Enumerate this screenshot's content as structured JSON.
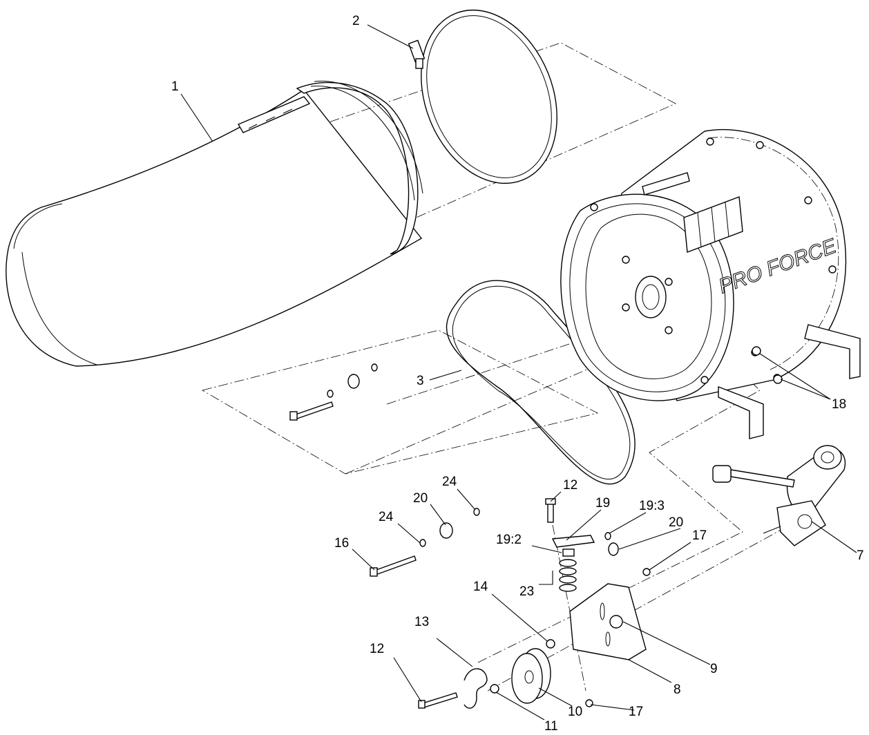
{
  "diagram": {
    "brand_text": "PRO FORCE",
    "callouts": [
      {
        "id": "c1",
        "label": "1"
      },
      {
        "id": "c2",
        "label": "2"
      },
      {
        "id": "c3",
        "label": "3"
      },
      {
        "id": "c7",
        "label": "7"
      },
      {
        "id": "c8",
        "label": "8"
      },
      {
        "id": "c9",
        "label": "9"
      },
      {
        "id": "c10",
        "label": "10"
      },
      {
        "id": "c11",
        "label": "11"
      },
      {
        "id": "c12a",
        "label": "12"
      },
      {
        "id": "c12b",
        "label": "12"
      },
      {
        "id": "c13",
        "label": "13"
      },
      {
        "id": "c14",
        "label": "14"
      },
      {
        "id": "c16",
        "label": "16"
      },
      {
        "id": "c17a",
        "label": "17"
      },
      {
        "id": "c17b",
        "label": "17"
      },
      {
        "id": "c18",
        "label": "18"
      },
      {
        "id": "c19",
        "label": "19"
      },
      {
        "id": "c19_2",
        "label": "19:2"
      },
      {
        "id": "c19_3",
        "label": "19:3"
      },
      {
        "id": "c20a",
        "label": "20"
      },
      {
        "id": "c20b",
        "label": "20"
      },
      {
        "id": "c23",
        "label": "23"
      },
      {
        "id": "c24a",
        "label": "24"
      },
      {
        "id": "c24b",
        "label": "24"
      }
    ]
  }
}
